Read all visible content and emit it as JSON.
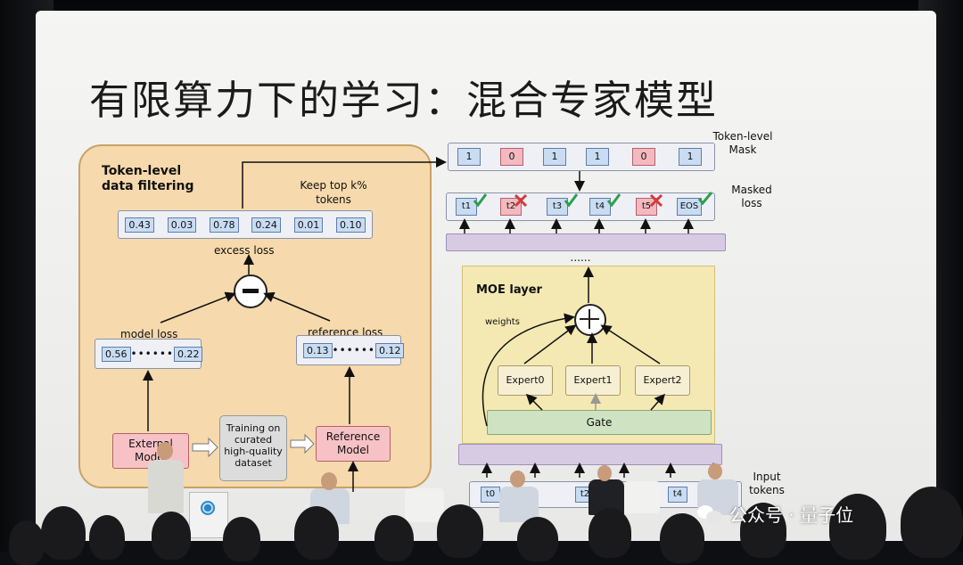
{
  "slide": {
    "title": "有限算力下的学习：混合专家模型"
  },
  "left_panel": {
    "heading_line1": "Token-level",
    "heading_line2": "data filtering",
    "topk_line1": "Keep top k%",
    "topk_line2": "tokens",
    "scores": [
      "0.43",
      "0.03",
      "0.78",
      "0.24",
      "0.01",
      "0.10"
    ],
    "excess_loss": "excess loss",
    "model_loss": "model loss",
    "reference_loss": "reference loss",
    "model_loss_first": "0.56",
    "model_loss_dots": "••••••",
    "model_loss_last": "0.22",
    "ref_loss_first": "0.13",
    "ref_loss_dots": "••••••",
    "ref_loss_last": "0.12",
    "external_model_line1": "External",
    "external_model_line2": "Model",
    "training_line1": "Training on",
    "training_line2": "curated",
    "training_line3": "high-quality",
    "training_line4": "dataset",
    "reference_model_line1": "Reference",
    "reference_model_line2": "Model"
  },
  "right_panel": {
    "mask_values": [
      "1",
      "0",
      "1",
      "1",
      "0",
      "1"
    ],
    "mask_label_line1": "Token-level",
    "mask_label_line2": "Mask",
    "tokens": [
      "t1",
      "t2",
      "t3",
      "t4",
      "t5",
      "EOS"
    ],
    "masked_loss_line1": "Masked",
    "masked_loss_line2": "loss",
    "dots": "......",
    "moe_title": "MOE layer",
    "weights": "weights",
    "experts": [
      "Expert0",
      "Expert1",
      "Expert2"
    ],
    "gate": "Gate",
    "input_tokens": [
      "t0",
      "t2",
      "t4"
    ],
    "input_label_line1": "Input",
    "input_label_line2": "tokens"
  },
  "watermark": {
    "text": "公众号 · 量子位"
  },
  "colors": {
    "panel_fill": "#f6d9ac",
    "chip_blue": "#c9dcf2",
    "chip_red": "#f3b9bf",
    "moe_fill": "#f4e9b3",
    "gate_green": "#cfe3c3",
    "check_green": "#2e9e4f",
    "cross_red": "#d23a3a"
  }
}
